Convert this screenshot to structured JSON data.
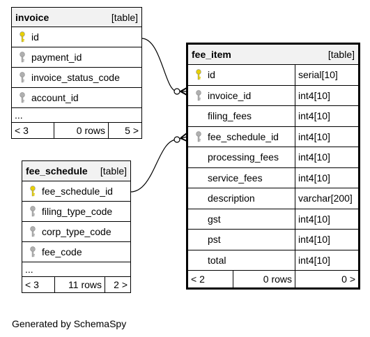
{
  "tables": {
    "invoice": {
      "name": "invoice",
      "kind": "[table]",
      "columns": [
        {
          "name": "id",
          "key": "primary"
        },
        {
          "name": "payment_id",
          "key": "foreign"
        },
        {
          "name": "invoice_status_code",
          "key": "foreign"
        },
        {
          "name": "account_id",
          "key": "foreign"
        }
      ],
      "more": "...",
      "footer": {
        "parents": "< 3",
        "rows": "0 rows",
        "children": "5 >"
      }
    },
    "fee_schedule": {
      "name": "fee_schedule",
      "kind": "[table]",
      "columns": [
        {
          "name": "fee_schedule_id",
          "key": "primary"
        },
        {
          "name": "filing_type_code",
          "key": "foreign"
        },
        {
          "name": "corp_type_code",
          "key": "foreign"
        },
        {
          "name": "fee_code",
          "key": "foreign"
        }
      ],
      "more": "...",
      "footer": {
        "parents": "< 3",
        "rows": "11 rows",
        "children": "2 >"
      }
    },
    "fee_item": {
      "name": "fee_item",
      "kind": "[table]",
      "columns": [
        {
          "name": "id",
          "type": "serial[10]",
          "key": "primary"
        },
        {
          "name": "invoice_id",
          "type": "int4[10]",
          "key": "foreign"
        },
        {
          "name": "filing_fees",
          "type": "int4[10]",
          "key": "none"
        },
        {
          "name": "fee_schedule_id",
          "type": "int4[10]",
          "key": "foreign"
        },
        {
          "name": "processing_fees",
          "type": "int4[10]",
          "key": "none"
        },
        {
          "name": "service_fees",
          "type": "int4[10]",
          "key": "none"
        },
        {
          "name": "description",
          "type": "varchar[200]",
          "key": "none"
        },
        {
          "name": "gst",
          "type": "int4[10]",
          "key": "none"
        },
        {
          "name": "pst",
          "type": "int4[10]",
          "key": "none"
        },
        {
          "name": "total",
          "type": "int4[10]",
          "key": "none"
        }
      ],
      "footer": {
        "parents": "< 2",
        "rows": "0 rows",
        "children": "0 >"
      }
    }
  },
  "generated_by": "Generated by SchemaSpy",
  "colors": {
    "primary_key": "#e8d000",
    "foreign_key": "#b0b0b0",
    "header_bg": "#f2f2f2"
  },
  "icons": {
    "primary_key": "key-icon",
    "foreign_key": "key-icon"
  }
}
